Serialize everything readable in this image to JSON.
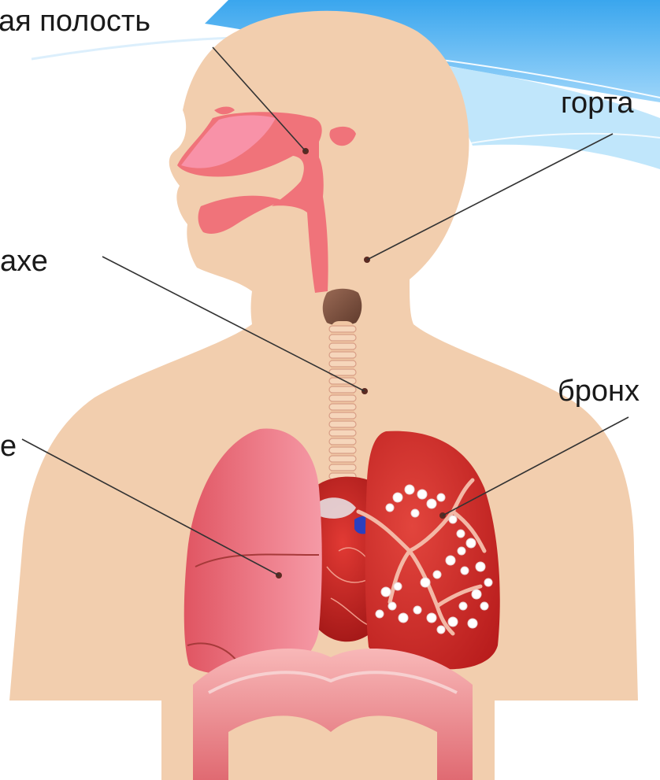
{
  "labels": {
    "nasal_cavity": "ая полость",
    "larynx": "горта",
    "trachea": "ахе",
    "lungs": "е",
    "bronchi": "бронх"
  },
  "colors": {
    "skin": "#f2ceae",
    "airway": "#f0737a",
    "nose_light": "#f892a8",
    "larynx": "#7e5140",
    "trachea": "#f1c7a4",
    "lung_left": "#e9707a",
    "lung_right": "#cf2b26",
    "heart": "#c81f1f",
    "sky": "#4aaef0"
  }
}
